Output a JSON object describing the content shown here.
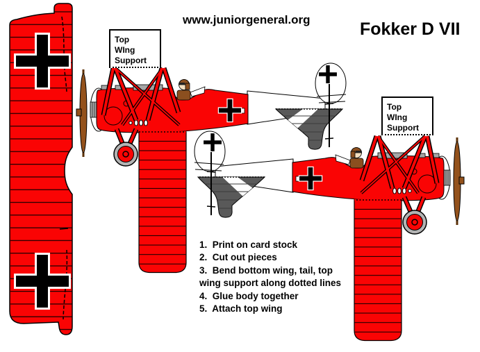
{
  "header": {
    "site": "www.juniorgeneral.org",
    "title": "Fokker D VII"
  },
  "labels": {
    "top_wing_support": "Top\nWIng\nSupport"
  },
  "instructions": {
    "text": "1.  Print on card stock\n2.  Cut out pieces\n3.  Bend bottom wing, tail, top\nwing support along dotted lines\n4.  Glue body together\n5.  Attach top wing"
  },
  "pieces": {
    "plane_1": "fokker-d-vii-body-left-facing",
    "plane_2": "fokker-d-vii-body-right-facing",
    "top_wing": "top-wing-with-iron-crosses"
  },
  "colors": {
    "red": "#fa0404",
    "tail-gray": "#595959",
    "wheel-gray": "#b3b3b3",
    "prop-brown": "#94521c",
    "prop-brown-dark": "#5c3208",
    "pilot-brown": "#8b4f1f",
    "face-tan": "#f4dfc0",
    "deck-gray": "#a6a6a6"
  }
}
